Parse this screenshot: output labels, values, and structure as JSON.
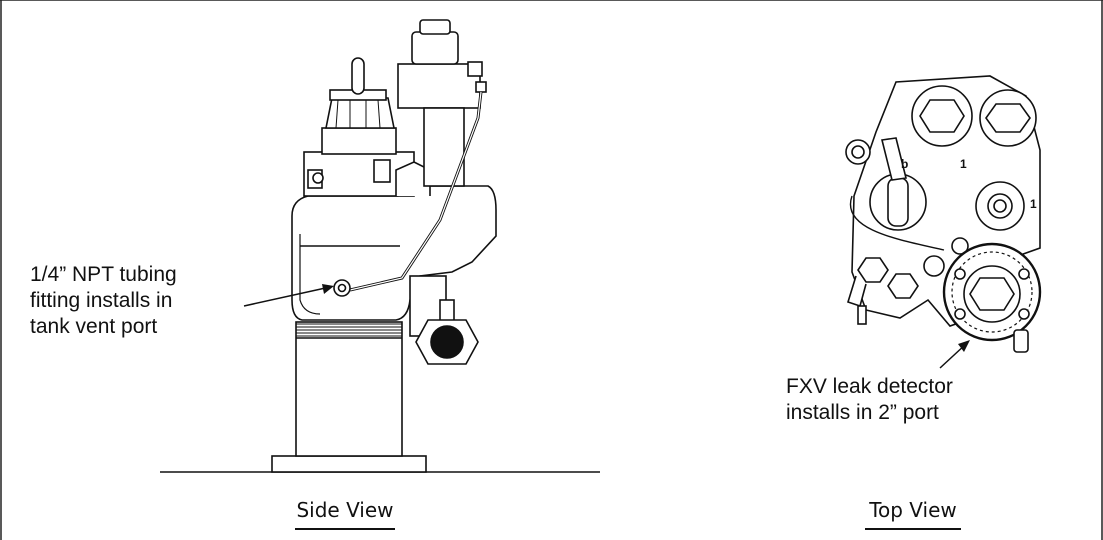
{
  "callouts": {
    "tubing_line1": "1/4” NPT tubing",
    "tubing_line2": "fitting installs in",
    "tubing_line3": "tank vent port",
    "fxv_line1": "FXV leak detector",
    "fxv_line2": "installs in 2” port"
  },
  "captions": {
    "side": "Side View",
    "top": "Top View"
  },
  "markings": {
    "top_one_a": "1",
    "top_one_b": "1",
    "top_b": "b"
  }
}
